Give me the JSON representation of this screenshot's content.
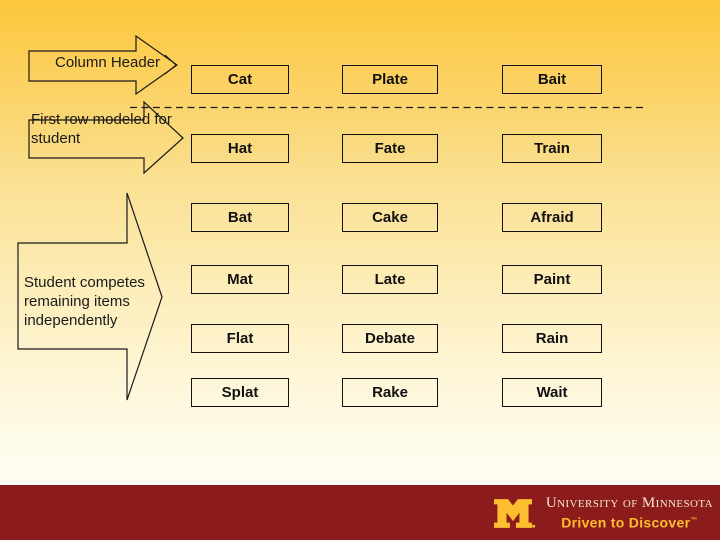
{
  "callouts": [
    {
      "label": "Column Header"
    },
    {
      "label": "First row modeled for student"
    },
    {
      "label": "Student competes remaining items independently"
    }
  ],
  "word_grid": {
    "rows": [
      [
        "Cat",
        "Plate",
        "Bait"
      ],
      [
        "Hat",
        "Fate",
        "Train"
      ],
      [
        "Bat",
        "Cake",
        "Afraid"
      ],
      [
        "Mat",
        "Late",
        "Paint"
      ],
      [
        "Flat",
        "Debate",
        "Rain"
      ],
      [
        "Splat",
        "Rake",
        "Wait"
      ]
    ]
  },
  "footer": {
    "university_name": "University of Minnesota",
    "tagline": "Driven to Discover",
    "trademark": "™",
    "colors": {
      "bar_maroon": "#8c1b1b",
      "gold": "#fdbe2f",
      "cream": "#f2e9d6"
    }
  },
  "background": {
    "top": "#fcc73b",
    "bottom": "#fffdf6"
  }
}
